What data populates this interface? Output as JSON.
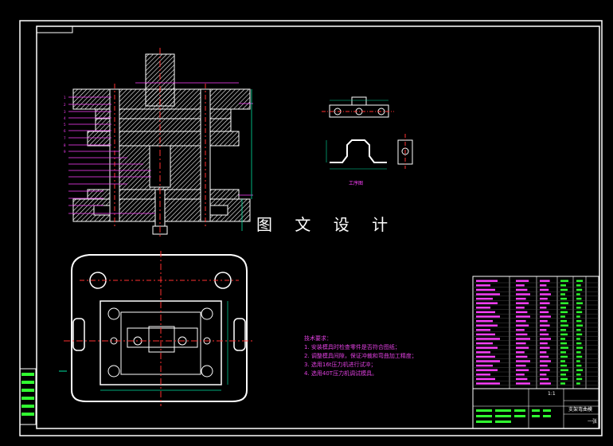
{
  "drawing": {
    "watermark": "图 文 设 计",
    "process_label": "工序图",
    "tech_title": "技术要求：",
    "tech_items": [
      "1. 安装模具时检查零件是否符合图纸；",
      "2. 调整模具间隙，保证冲裁和弯曲加工精度；",
      "3. 选用16t压力机进行试冲；",
      "4. 选用40T压力机调试模具。"
    ],
    "title_block": {
      "drawing_name": "支架弯曲模",
      "scale": "1:1",
      "sheet": "一张"
    },
    "colors": {
      "frame": "#ffffff",
      "hatch": "#ffffff",
      "centerline": "#ff3030",
      "dimension": "#00e0a0",
      "leader": "#ff40ff",
      "green": "#30ff30"
    }
  }
}
